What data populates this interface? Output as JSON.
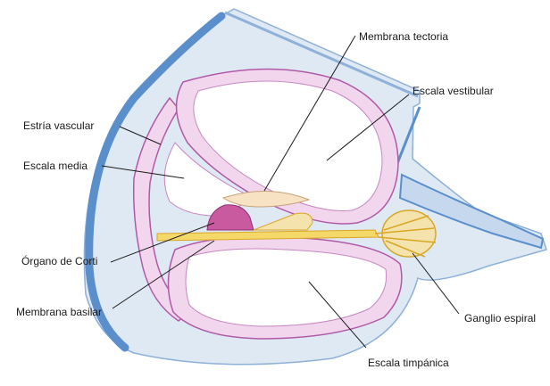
{
  "labels": {
    "membrana_tectoria": "Membrana tectoria",
    "escala_vestibular": "Escala vestibular",
    "estria_vascular": "Estría vascular",
    "escala_media": "Escala media",
    "organo_de_corti": "Órgano de Corti",
    "membrana_basilar": "Membrana basilar",
    "ganglio_espiral": "Ganglio espiral",
    "escala_timpanica": "Escala timpánica"
  },
  "colors": {
    "bone": "#dfe9f4",
    "bone_edge": "#5b8fcb",
    "tissue": "#f1d6ee",
    "tissue_edge": "#b05aa6",
    "nerve": "#f4d86a",
    "nerve_edge": "#d9a625",
    "organ": "#c95aa0",
    "leader": "#1a1a1a"
  }
}
